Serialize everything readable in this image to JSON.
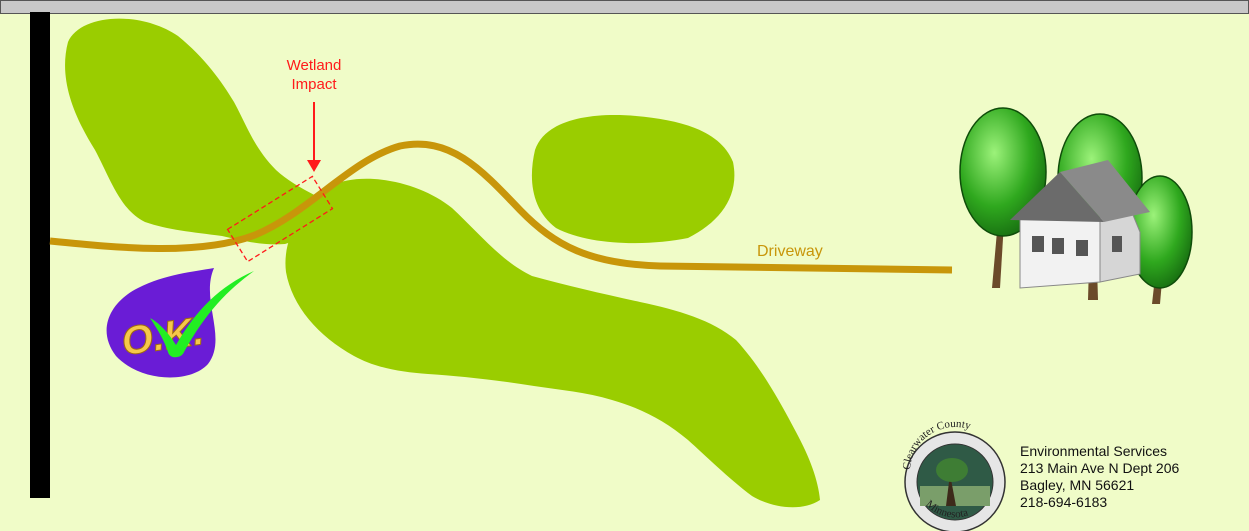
{
  "colors": {
    "background": "#f0fcc8",
    "wetland": "#9acd00",
    "driveway": "#c8960a",
    "impact": "#ff1a1a",
    "post": "#000000",
    "ok_badge": "#6a1cd6",
    "ok_text": "#f5c84a",
    "check": "#22ee22"
  },
  "labels": {
    "impact_line1": "Wetland",
    "impact_line2": "Impact",
    "driveway": "Driveway",
    "ok": "O.K."
  },
  "contact": {
    "dept": "Environmental Services",
    "address": "213 Main Ave N Dept 206",
    "city": "Bagley, MN 56621",
    "phone": "218-694-6183"
  },
  "seal": {
    "top_text": "Clearwater County",
    "bottom_text": "Minnesota"
  },
  "icons": [
    "trees-icon",
    "house-icon",
    "checkmark-icon",
    "county-seal-icon"
  ]
}
